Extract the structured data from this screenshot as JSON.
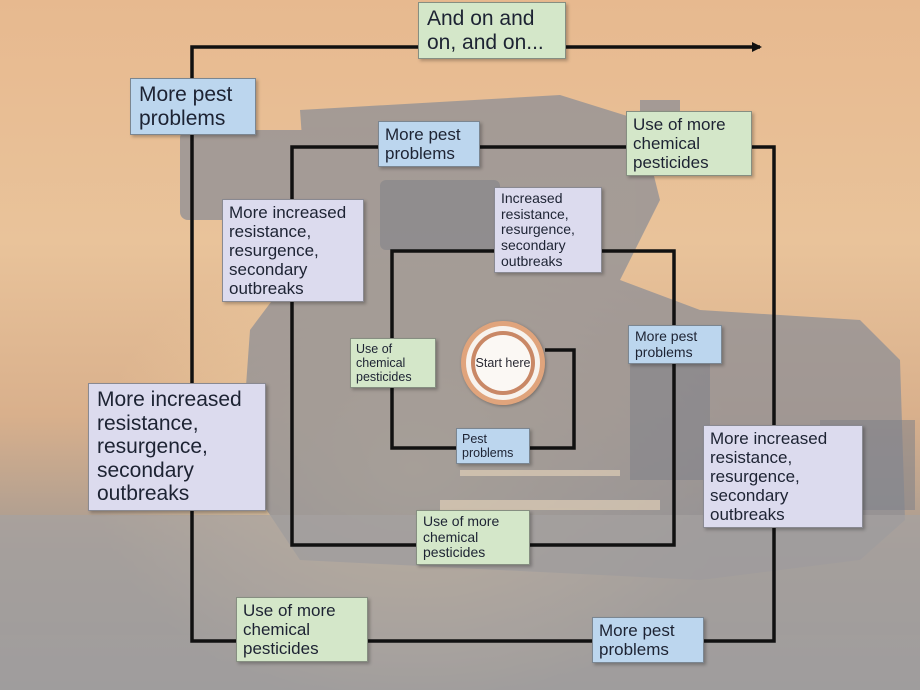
{
  "diagram": {
    "start_label": "Start here",
    "labels": {
      "pest_problems_inner": "Pest problems",
      "use_chemical_pesticides_inner": "Use of chemical pesticides",
      "more_pest_problems_mid_right": "More pest problems",
      "increased_resistance_top": "Increased resistance, resurgence, secondary outbreaks",
      "use_more_chemical_bottom_mid": "Use of more chemical pesticides",
      "more_increased_resistance_left_mid": "More increased resistance, resurgence, secondary outbreaks",
      "more_pest_problems_top_mid": "More pest problems",
      "use_more_chemical_top_right": "Use of more chemical pesticides",
      "more_increased_resistance_right": "More increased resistance, resurgence, secondary outbreaks",
      "more_pest_problems_bottom_right": "More pest problems",
      "use_more_chemical_bottom_left": "Use of more chemical pesticides",
      "more_increased_resistance_left_outer": "More increased resistance, resurgence, secondary outbreaks",
      "more_pest_problems_top_left": "More pest problems",
      "and_on": "And on and on, and on..."
    },
    "colors": {
      "blue_box": "#bcd6ee",
      "green_box": "#d4e7c9",
      "lavender_box": "#dcdbee",
      "spiral_line": "#111111",
      "start_ring": "#c98866"
    }
  }
}
